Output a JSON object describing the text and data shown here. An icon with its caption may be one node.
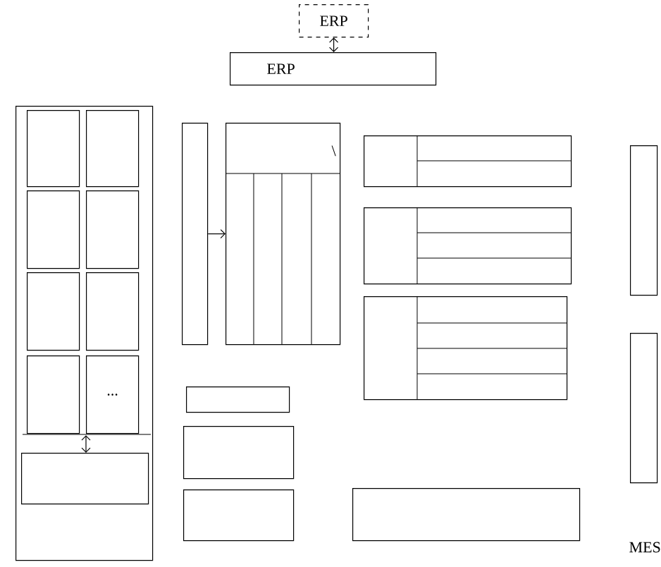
{
  "diagram": {
    "nodes": [
      {
        "text": [
          "ERP"
        ]
      },
      {
        "text": [
          "ERP"
        ]
      },
      {
        "text": [],
        "shape": "box"
      },
      {
        "text": [],
        "shape": "box",
        "in": 2
      },
      {
        "text": [],
        "shape": "box",
        "in": 2
      },
      {
        "text": [],
        "shape": "box",
        "in": 2
      },
      {
        "text": [],
        "shape": "box",
        "in": 2
      },
      {
        "text": [],
        "shape": "box",
        "in": 2
      },
      {
        "text": [],
        "shape": "box",
        "in": 2
      },
      {
        "text": [],
        "shape": "box",
        "in": 2
      },
      {
        "text": [
          "..."
        ],
        "in": 2
      },
      {
        "text": [],
        "shape": "box",
        "in": 2
      },
      {
        "text": [],
        "shape": "box"
      },
      {
        "text": [],
        "shape": "box"
      },
      {
        "text": [],
        "shape": "box"
      },
      {
        "text": [],
        "shape": "box"
      },
      {
        "text": [],
        "shape": "box"
      },
      {
        "text": [],
        "shape": "box"
      },
      {
        "text": [],
        "shape": "box"
      },
      {
        "text": [],
        "shape": "box"
      },
      {
        "text": [],
        "shape": "box"
      },
      {
        "text": [],
        "shape": "box"
      },
      {
        "text": [],
        "shape": "box"
      }
    ],
    "edges": [
      {
        "from": 0,
        "to": 1,
        "arrow": "both"
      },
      {
        "from": 12,
        "to": 13,
        "arrow": "to"
      },
      {
        "from": 10,
        "to": 11,
        "arrow": "both"
      }
    ],
    "labels": [
      "\\",
      "MES"
    ]
  }
}
